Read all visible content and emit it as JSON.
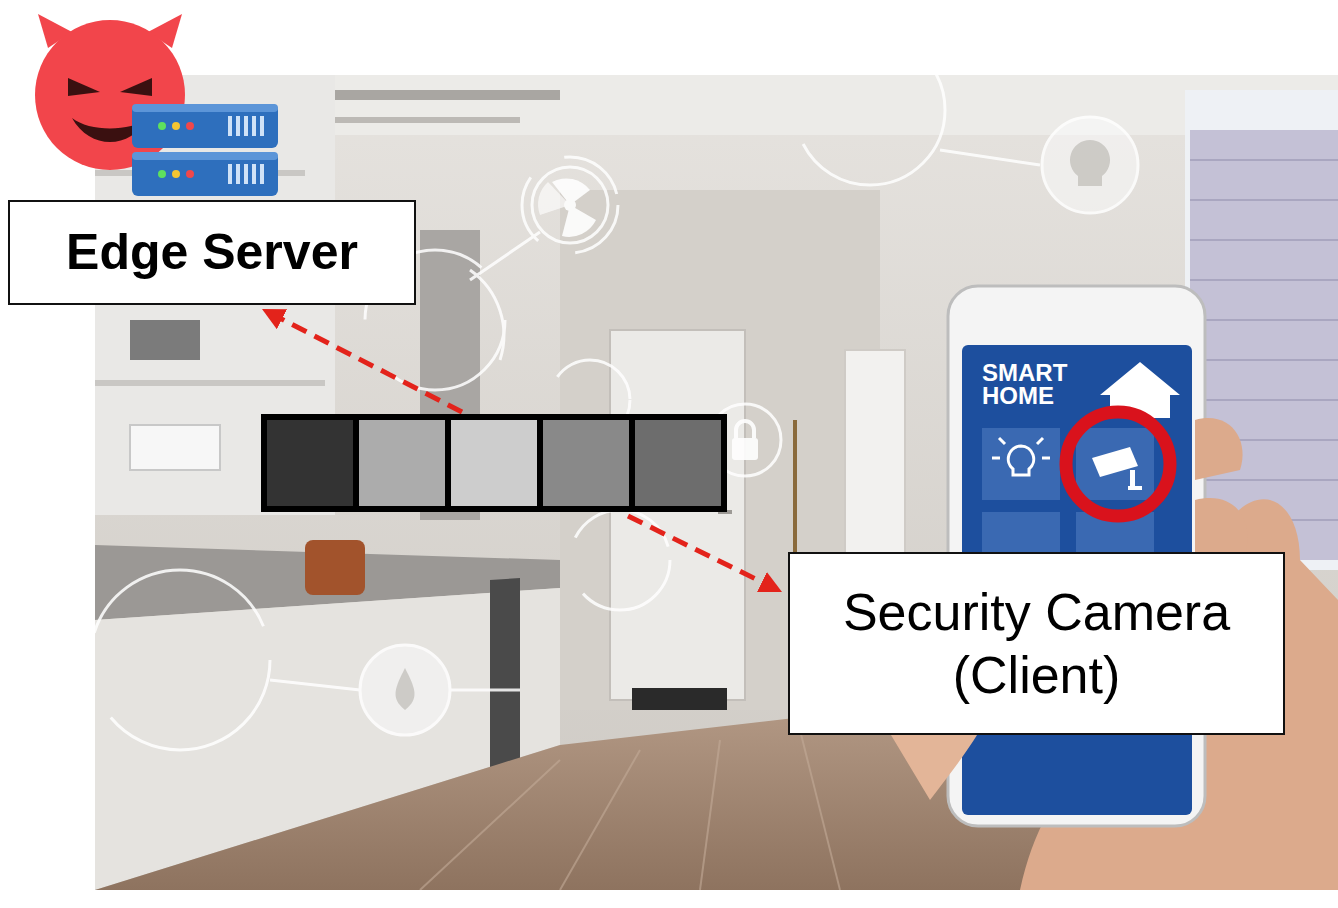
{
  "diagram": {
    "nodes": [
      {
        "text": [
          "Edge Server"
        ]
      },
      {
        "text": [
          "Security Camera (Client)"
        ]
      }
    ],
    "labels": [
      "SMART HOME"
    ]
  }
}
